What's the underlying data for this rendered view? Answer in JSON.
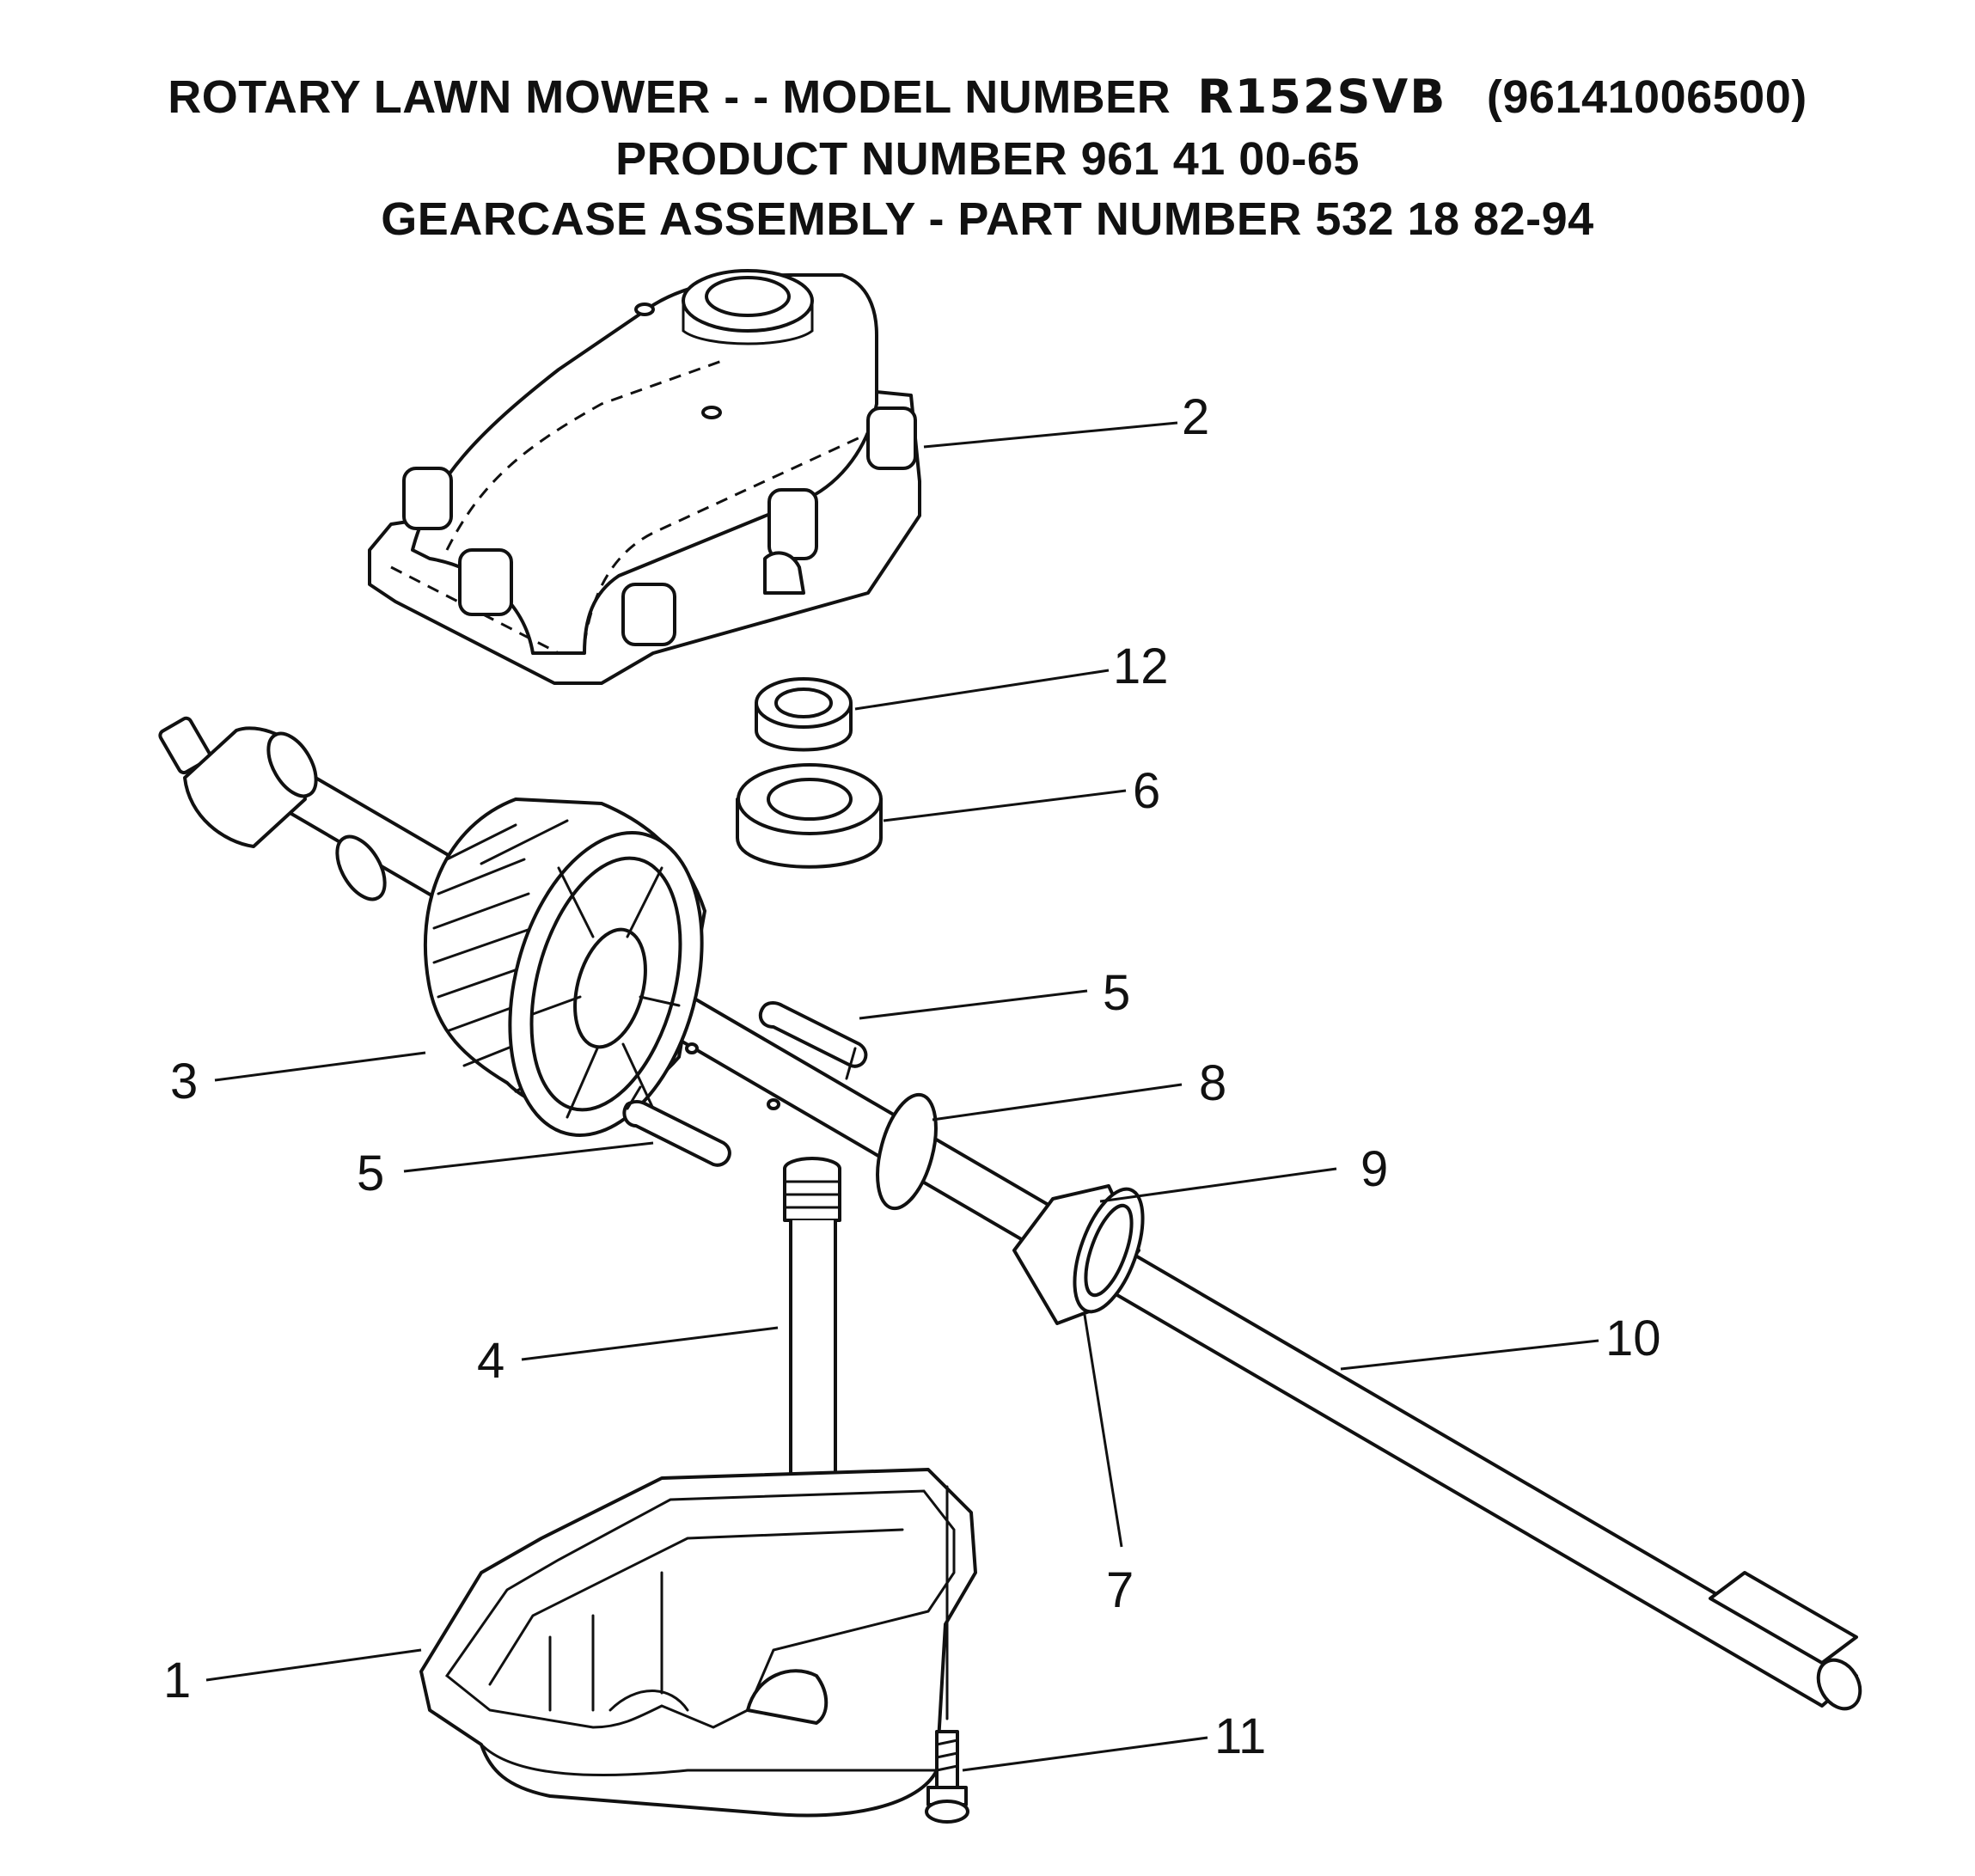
{
  "title": {
    "line1_prefix": "ROTARY LAWN MOWER - - MODEL NUMBER",
    "line1_model": "R152SVB",
    "line1_suffix": "(96141006500)",
    "line2": "PRODUCT NUMBER 961 41 00-65",
    "line3": "GEARCASE ASSEMBLY - PART NUMBER 532 18 82-94"
  },
  "callouts": {
    "c1": "1",
    "c2": "2",
    "c3": "3",
    "c4": "4",
    "c5a": "5",
    "c5b": "5",
    "c6": "6",
    "c7": "7",
    "c8": "8",
    "c9": "9",
    "c10": "10",
    "c11": "11",
    "c12": "12"
  }
}
